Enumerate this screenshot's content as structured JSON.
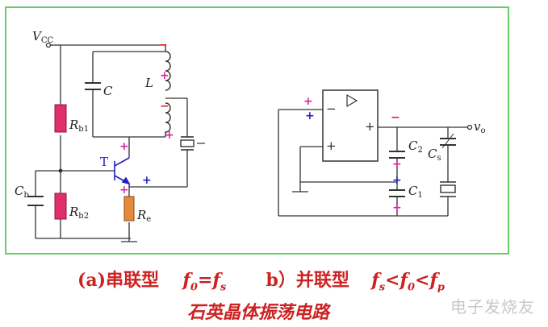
{
  "diagram": {
    "labels": {
      "vcc": "V",
      "vcc_sub": "CC",
      "c": "C",
      "l": "L",
      "rb1": "R",
      "rb1_sub": "b1",
      "rb2": "R",
      "rb2_sub": "b2",
      "cb": "C",
      "cb_sub": "b",
      "re": "R",
      "re_sub": "e",
      "t": "T",
      "c2": "C",
      "c2_sub": "2",
      "c1": "C",
      "c1_sub": "1",
      "cs": "C",
      "cs_sub": "s",
      "vo": "v",
      "vo_sub": "o",
      "plus": "+",
      "minus": "−"
    },
    "colors": {
      "wire": "#333333",
      "resistor_red": "#e0306a",
      "resistor_orange": "#e58a3a",
      "pink": "#e020a0",
      "blue": "#2020c0",
      "red": "#e02020",
      "frame": "#66cc66"
    }
  },
  "caption": {
    "part_a": "(a)串联型",
    "f0_a": "f",
    "f0_a_sub": "0",
    "eq": "=",
    "fs_a": "f",
    "fs_a_sub": "s",
    "part_b": "b）并联型",
    "fs_b": "f",
    "fs_b_sub": "s",
    "lt1": "<",
    "f0_b": "f",
    "f0_b_sub": "0",
    "lt2": "<",
    "fp_b": "f",
    "fp_b_sub": "p",
    "title": "石英晶体振荡电路"
  },
  "watermark": "电子发烧友"
}
